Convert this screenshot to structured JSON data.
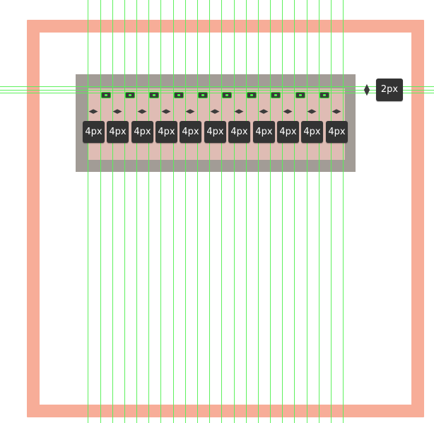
{
  "measurements": {
    "gap_labels": [
      "4px",
      "4px",
      "4px",
      "4px",
      "4px",
      "4px",
      "4px",
      "4px",
      "4px",
      "4px",
      "4px"
    ],
    "height_label": "2px"
  },
  "icons": {
    "horizontal_arrow": "left-right-arrow-icon",
    "vertical_arrow": "up-down-arrow-icon"
  },
  "colors": {
    "frame": "#f7ad98",
    "panel": "#a29c96",
    "panel_inner": "#dfbcb4",
    "guide": "#55f055",
    "badge": "#333333",
    "badge_text": "#ffffff"
  }
}
